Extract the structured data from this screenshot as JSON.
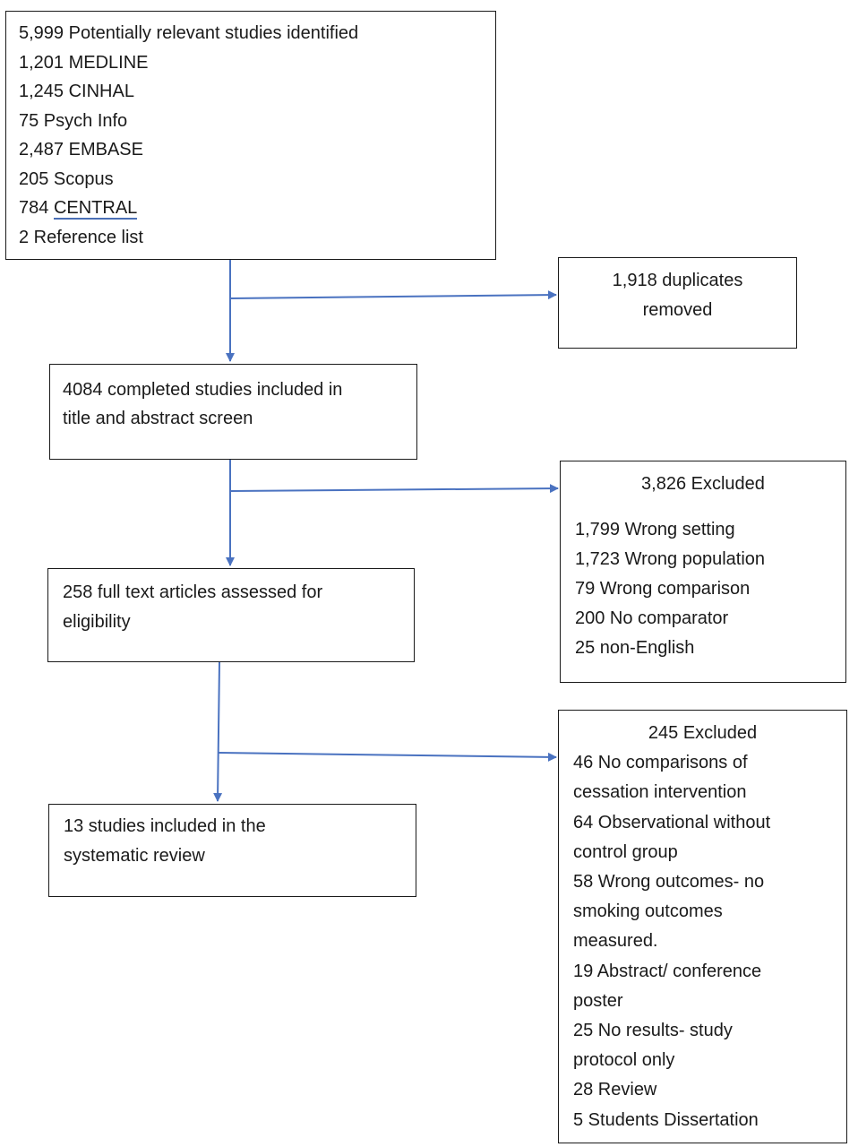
{
  "colors": {
    "arrow": "#4a72c0",
    "border": "#1a1a1a"
  },
  "sources": {
    "lines": [
      "5,999 Potentially relevant studies identified",
      "1,201 MEDLINE",
      "1,245 CINHAL",
      "75 Psych Info",
      "2,487 EMBASE",
      "205 Scopus"
    ],
    "central_count": "784",
    "central_name": "CENTRAL",
    "last": "2 Reference list"
  },
  "duplicates": {
    "line1": "1,918 duplicates",
    "line2": "removed"
  },
  "screen": {
    "line1": "4084 completed studies included in",
    "line2": "title and abstract screen"
  },
  "excluded1": {
    "title": "3,826 Excluded",
    "items": [
      "1,799 Wrong setting",
      "1,723 Wrong population",
      "79 Wrong comparison",
      "200 No comparator",
      "25 non-English"
    ]
  },
  "fulltext": {
    "line1": "258 full text articles assessed for",
    "line2": "eligibility"
  },
  "excluded2": {
    "title": "245 Excluded",
    "lines": [
      "46 No comparisons of",
      "cessation intervention",
      "64 Observational without",
      "control group",
      "58 Wrong outcomes- no",
      "smoking outcomes",
      "measured.",
      "19 Abstract/ conference",
      "poster",
      "25 No results- study",
      "protocol only",
      "28 Review",
      "5 Students Dissertation"
    ]
  },
  "included": {
    "line1": "13 studies included in the",
    "line2": "systematic review"
  }
}
